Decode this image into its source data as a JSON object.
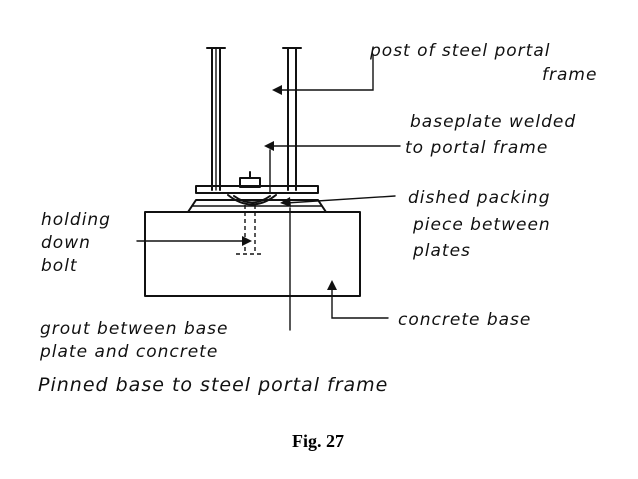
{
  "labels": {
    "post": [
      "post of steel portal",
      "frame"
    ],
    "baseplate": [
      "baseplate welded",
      "to portal frame"
    ],
    "packing": [
      "dished packing",
      "piece between",
      "plates"
    ],
    "bolt": [
      "holding",
      "down",
      "bolt"
    ],
    "concrete": "concrete base",
    "grout": [
      "grout between base",
      "plate and concrete"
    ]
  },
  "title": "Pinned base to steel portal frame",
  "caption": "Fig. 27"
}
